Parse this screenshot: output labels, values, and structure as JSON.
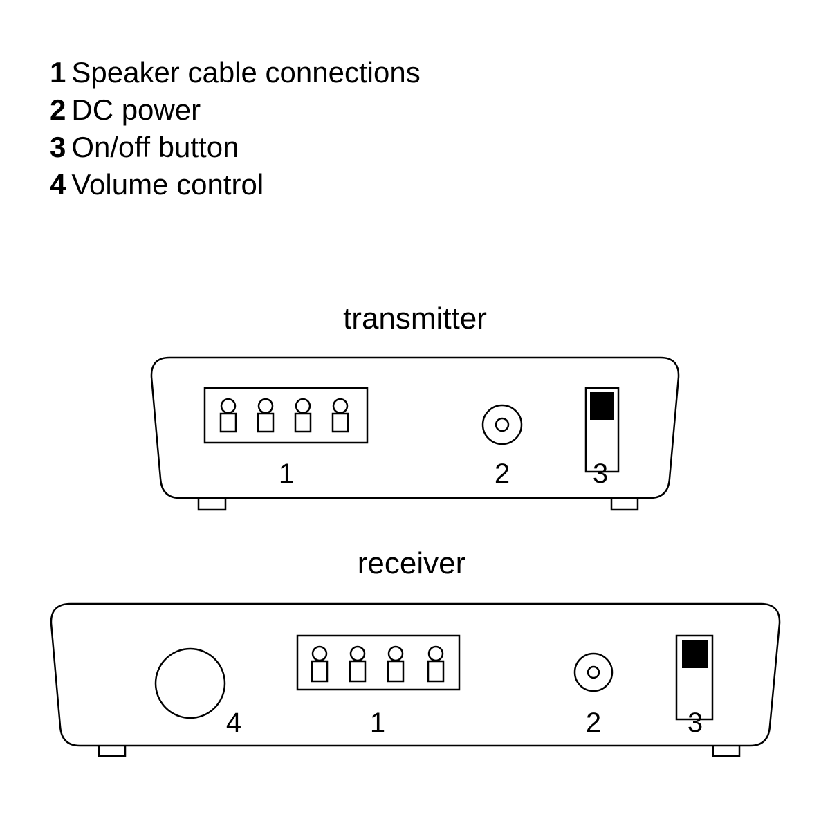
{
  "legend": [
    {
      "number": "1",
      "label": "Speaker cable connections"
    },
    {
      "number": "2",
      "label": "DC power"
    },
    {
      "number": "3",
      "label": "On/off button"
    },
    {
      "number": "4",
      "label": "Volume control"
    }
  ],
  "transmitter": {
    "title": "transmitter",
    "callouts": {
      "speaker": "1",
      "dc": "2",
      "switch": "3"
    }
  },
  "receiver": {
    "title": "receiver",
    "callouts": {
      "volume": "4",
      "speaker": "1",
      "dc": "2",
      "switch": "3"
    }
  }
}
